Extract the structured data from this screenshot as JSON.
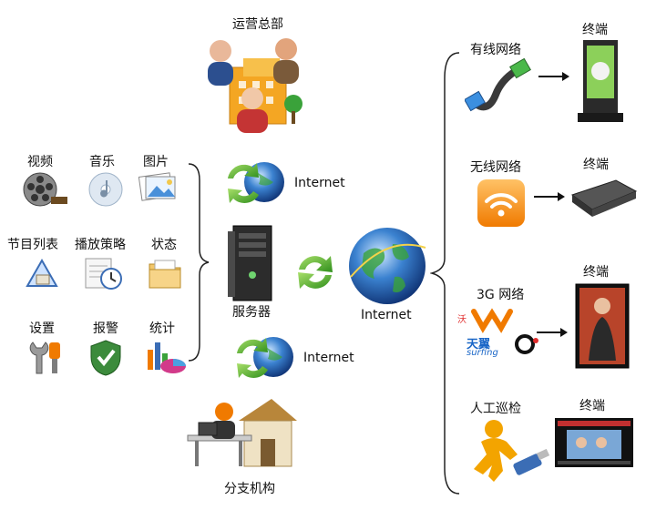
{
  "hq": {
    "label": "运营总部"
  },
  "branch": {
    "label": "分支机构"
  },
  "server": {
    "label": "服务器"
  },
  "internet": {
    "top": "Internet",
    "bottom": "Internet",
    "center": "Internet"
  },
  "functions": [
    {
      "label": "视频",
      "icon": "film-reel-icon"
    },
    {
      "label": "音乐",
      "icon": "music-cd-icon"
    },
    {
      "label": "图片",
      "icon": "picture-icon"
    },
    {
      "label": "节目列表",
      "icon": "program-list-icon"
    },
    {
      "label": "播放策略",
      "icon": "schedule-clock-icon"
    },
    {
      "label": "状态",
      "icon": "folder-status-icon"
    },
    {
      "label": "设置",
      "icon": "wrench-settings-icon"
    },
    {
      "label": "报警",
      "icon": "shield-alarm-icon"
    },
    {
      "label": "统计",
      "icon": "chart-statistics-icon"
    }
  ],
  "networks": [
    {
      "label": "有线网络",
      "terminal": "终端",
      "icon": "ethernet-cable-icon"
    },
    {
      "label": "无线网络",
      "terminal": "终端",
      "icon": "wifi-icon"
    },
    {
      "label": "3G 网络",
      "terminal": "终端",
      "icon": "3g-carriers-icon"
    },
    {
      "label": "人工巡检",
      "terminal": "终端",
      "icon": "manual-usb-icon"
    }
  ],
  "brands": {
    "tianyi": "天翼",
    "surfing": "surfing"
  }
}
